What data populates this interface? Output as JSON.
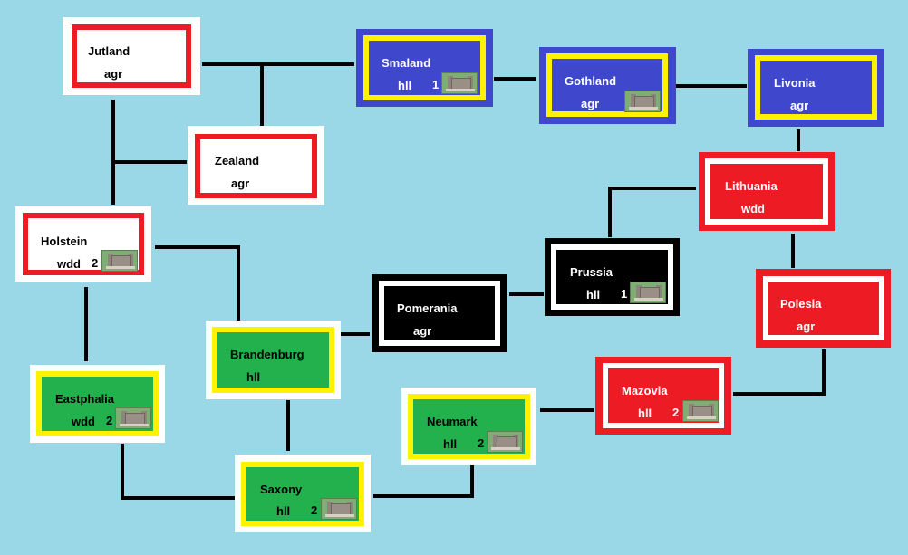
{
  "colors": {
    "background": "#9ad8e8",
    "denmark": "#ed1c24",
    "sweden": "#3f48cc",
    "yellow": "#fff200",
    "green": "#22b14c",
    "teutonic": "#000000",
    "white": "#ffffff"
  },
  "regions": {
    "jutland": {
      "name": "Jutland",
      "terrain": "agr",
      "units": ""
    },
    "zealand": {
      "name": "Zealand",
      "terrain": "agr",
      "units": ""
    },
    "holstein": {
      "name": "Holstein",
      "terrain": "wdd",
      "units": "2",
      "castle": "castle-icon"
    },
    "smaland": {
      "name": "Smaland",
      "terrain": "hll",
      "units": "1",
      "castle": "castle-icon"
    },
    "gothland": {
      "name": "Gothland",
      "terrain": "agr",
      "units": "",
      "castle": "castle-icon"
    },
    "livonia": {
      "name": "Livonia",
      "terrain": "agr",
      "units": ""
    },
    "lithuania": {
      "name": "Lithuania",
      "terrain": "wdd",
      "units": ""
    },
    "prussia": {
      "name": "Prussia",
      "terrain": "hll",
      "units": "1",
      "castle": "castle-icon"
    },
    "pomerania": {
      "name": "Pomerania",
      "terrain": "agr",
      "units": ""
    },
    "polesia": {
      "name": "Polesia",
      "terrain": "agr",
      "units": ""
    },
    "brandenburg": {
      "name": "Brandenburg",
      "terrain": "hll",
      "units": ""
    },
    "eastphalia": {
      "name": "Eastphalia",
      "terrain": "wdd",
      "units": "2",
      "castle": "castle-icon"
    },
    "neumark": {
      "name": "Neumark",
      "terrain": "hll",
      "units": "2",
      "castle": "castle-icon"
    },
    "mazovia": {
      "name": "Mazovia",
      "terrain": "hll",
      "units": "2",
      "castle": "castle-icon"
    },
    "saxony": {
      "name": "Saxony",
      "terrain": "hll",
      "units": "2",
      "castle": "castle-icon"
    }
  }
}
